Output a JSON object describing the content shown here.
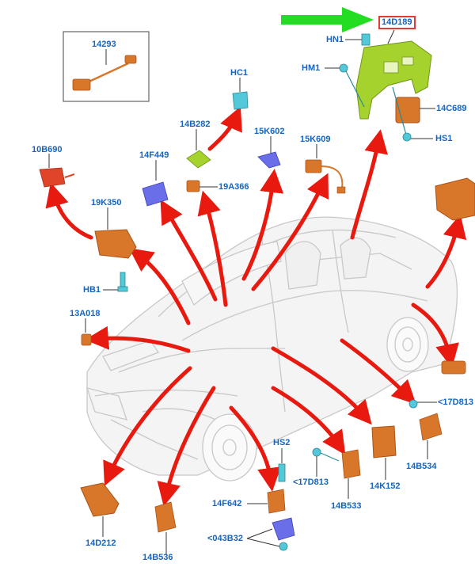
{
  "diagram": {
    "labels": [
      {
        "id": "14D189",
        "text": "14D189",
        "highlight": true
      },
      {
        "id": "HN1",
        "text": "HN1"
      },
      {
        "id": "HM1",
        "text": "HM1"
      },
      {
        "id": "14C689",
        "text": "14C689"
      },
      {
        "id": "HS1",
        "text": "HS1"
      },
      {
        "id": "14293",
        "text": "14293"
      },
      {
        "id": "HC1",
        "text": "HC1"
      },
      {
        "id": "14B282",
        "text": "14B282"
      },
      {
        "id": "15K602",
        "text": "15K602"
      },
      {
        "id": "15K609",
        "text": "15K609"
      },
      {
        "id": "10B690",
        "text": "10B690"
      },
      {
        "id": "14F449",
        "text": "14F449"
      },
      {
        "id": "19A366",
        "text": "19A366"
      },
      {
        "id": "19K350",
        "text": "19K350"
      },
      {
        "id": "HB1",
        "text": "HB1"
      },
      {
        "id": "13A018",
        "text": "13A018"
      },
      {
        "id": "17D813a",
        "text": "<17D813"
      },
      {
        "id": "14B534",
        "text": "14B534"
      },
      {
        "id": "HS2",
        "text": "HS2"
      },
      {
        "id": "17D813b",
        "text": "<17D813"
      },
      {
        "id": "14B533",
        "text": "14B533"
      },
      {
        "id": "14K152",
        "text": "14K152"
      },
      {
        "id": "14F642",
        "text": "14F642"
      },
      {
        "id": "043B32",
        "text": "<043B32"
      },
      {
        "id": "14D212",
        "text": "14D212"
      },
      {
        "id": "14B536",
        "text": "14B536"
      }
    ],
    "colors": {
      "label": "#1565c0",
      "arrow_red": "#e8190f",
      "arrow_green": "#22dd22",
      "module": "#d8762a",
      "module_dark": "#a8541a",
      "bracket": "#a6d22e",
      "blue_part": "#6a6ee8",
      "cyan_part": "#52c8d8",
      "red_part": "#e0452a",
      "car_line": "#c8c8c8"
    }
  }
}
